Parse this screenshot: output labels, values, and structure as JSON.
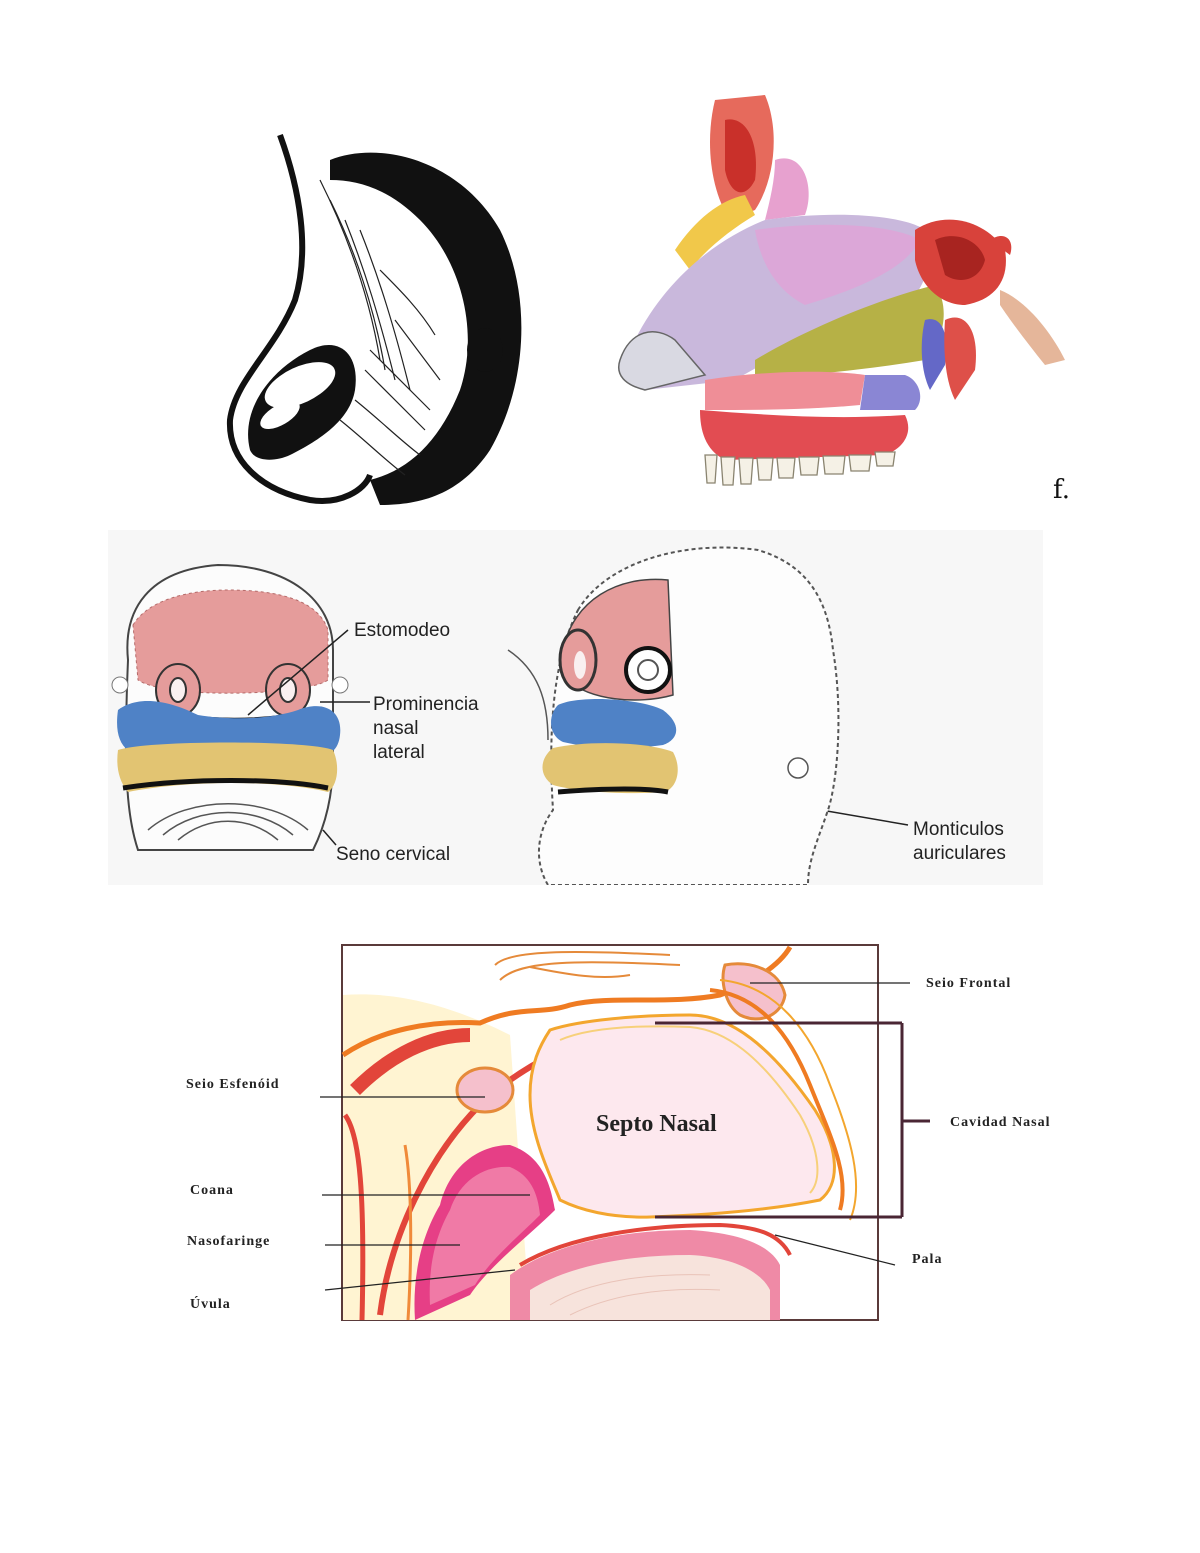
{
  "nose_sketch": {},
  "nasal_anatomy": {
    "signature": "f."
  },
  "embryo_panel": {
    "labels": {
      "estomodeo": "Estomodeo",
      "prominencia_1": "Prominencia",
      "prominencia_2": "nasal",
      "prominencia_3": "lateral",
      "seno_cervical": "Seno cervical",
      "monticulos_1": "Monticulos",
      "monticulos_2": "auriculares"
    }
  },
  "nasal_cavity_diagram": {
    "center_label": "Septo Nasal",
    "labels": {
      "seio_frontal": "Seio Frontal",
      "seio_esfenoid": "Seio Esfenóid",
      "cavidad_nasal": "Cavidad  Nasal",
      "coana": "Coana",
      "nasofaringe": "Nasofaringe",
      "palato": "Pala",
      "uvula": "Úvula"
    }
  }
}
